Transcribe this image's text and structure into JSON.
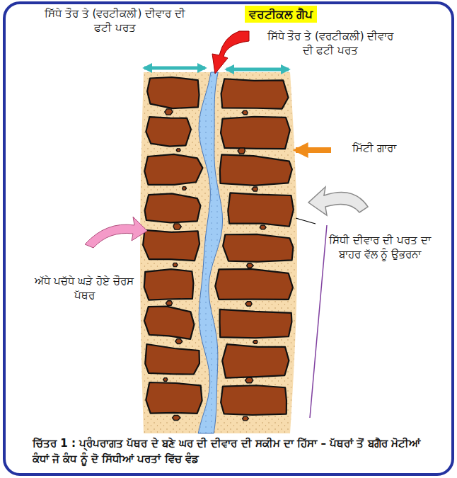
{
  "diagram": {
    "caption": "ਚਿੱਤਰ 1 : ਪ੍ਰੰਪਰਾਗਤ ਪੱਥਰ ਦੇ ਬਣੇ ਘਰ ਦੀ ਦੀਵਾਰ ਦੀ ਸਕੀਮ ਦਾ ਹਿੱਸਾ – ਪੱਥਰਾਂ ਤੋਂ ਬਗੈਰ ਮੋਟੀਆਂ ਕੰਧਾਂ ਜੋ ਕੰਧ ਨੂੰ ਦੋ ਸਿੱਧੀਆਂ ਪਰਤਾਂ ਵਿੱਚ ਵੰਡ",
    "nodes": [
      {
        "text": [
          "ਵਰਟੀਕਲ ਗੈਪ"
        ]
      }
    ],
    "labels": [
      "ਸਿੱਧੇ ਤੌਰ ਤੇ (ਵਰਟੀਕਲੀ) ਦੀਵਾਰ ਦੀ ਫਟੀ ਪਰਤ",
      "ਸਿੱਧੇ ਤੌਰ ਤੇ (ਵਰਟੀਕਲੀ) ਦੀਵਾਰ ਦੀ ਫਟੀ ਪਰਤ",
      "ਮਿੱਟੀ ਗਾਰਾ",
      "ਸਿੱਧੀ ਦੀਵਾਰ ਦੀ ਪਰਤ ਦਾ ਬਾਹਰ ਵੱਲ ਨੂੰ ਉਭਰਨਾ",
      "ਅੱਧੇ ਪਚੱਧੇ ਘੜੇ ਹੋਏ ਚੌਰਸ ਪੱਥਰ"
    ]
  }
}
